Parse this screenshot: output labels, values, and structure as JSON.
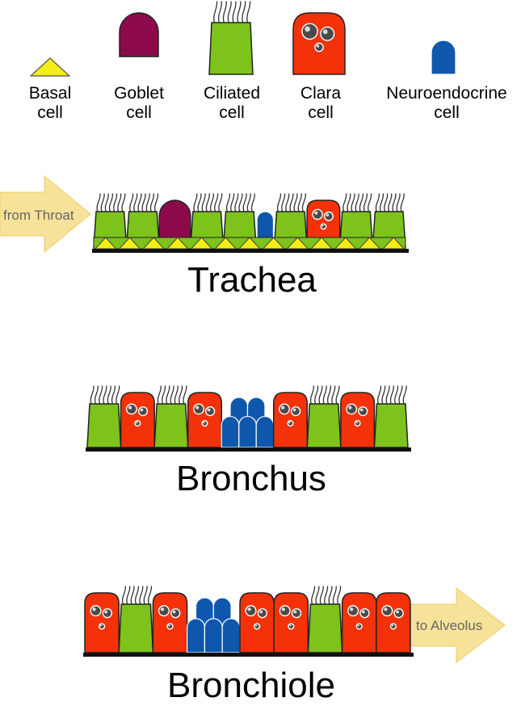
{
  "colors": {
    "basal": "#f5ee16",
    "goblet": "#8c0a4c",
    "ciliated": "#7dc31b",
    "clara": "#f43209",
    "neuroendocrine": "#0e57ad",
    "membrane": "#111111",
    "arrow_fill": "#f7e29a",
    "arrow_edge": "#efce63"
  },
  "legend": [
    {
      "key": "basal",
      "line1": "Basal",
      "line2": "cell",
      "icon": "triangle"
    },
    {
      "key": "goblet",
      "line1": "Goblet",
      "line2": "cell",
      "icon": "goblet-cell"
    },
    {
      "key": "ciliated",
      "line1": "Ciliated",
      "line2": "cell",
      "icon": "ciliated-cell"
    },
    {
      "key": "clara",
      "line1": "Clara",
      "line2": "cell",
      "icon": "clara-cell"
    },
    {
      "key": "neuroendocrine",
      "line1": "Neuroendocrine",
      "line2": "cell",
      "icon": "neuroendocrine-cell"
    }
  ],
  "sections": [
    {
      "name": "Trachea",
      "basal_layer": true,
      "cells": [
        "ciliated",
        "ciliated",
        "goblet",
        "ciliated",
        "ciliated",
        "neuroendocrine",
        "ciliated",
        "clara",
        "ciliated",
        "ciliated"
      ]
    },
    {
      "name": "Bronchus",
      "basal_layer": false,
      "cells": [
        "ciliated",
        "clara",
        "ciliated",
        "clara",
        "neuroendocrine-cluster",
        "clara",
        "ciliated",
        "clara",
        "ciliated"
      ]
    },
    {
      "name": "Bronchiole",
      "basal_layer": false,
      "cells": [
        "clara",
        "ciliated",
        "clara",
        "neuroendocrine-cluster",
        "clara",
        "clara",
        "ciliated",
        "clara",
        "clara"
      ]
    }
  ],
  "arrows": {
    "in_label": "from Throat",
    "out_label": "to Alveolus"
  }
}
